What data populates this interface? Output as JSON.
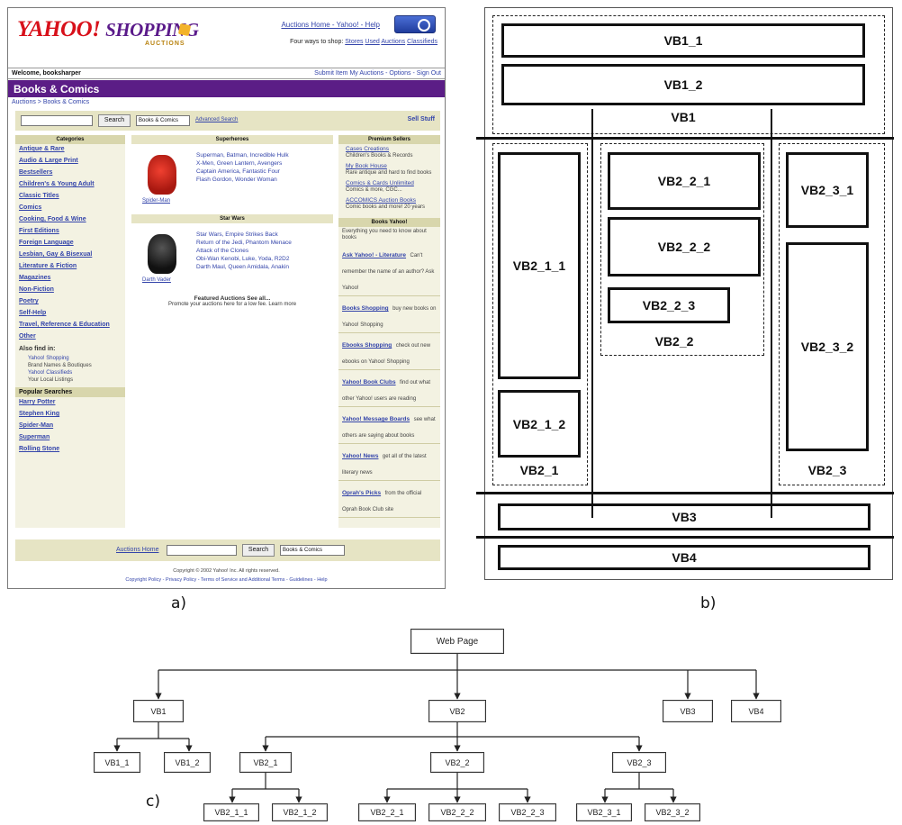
{
  "panel_a": {
    "caption": "a)",
    "logo_yahoo": "YAHOO!",
    "logo_shopping": "SHOPPING",
    "logo_sub": "AUCTIONS",
    "top_links": "Auctions Home - Yahoo! - Help",
    "ways_prefix": "Four ways to shop:",
    "ways_links": [
      "Stores",
      "Used",
      "Auctions",
      "Classifieds"
    ],
    "welcome": "Welcome, booksharper",
    "welcome_links": "Submit Item  My Auctions - Options - Sign Out",
    "category_title": "Books & Comics",
    "breadcrumb": "Auctions > Books & Comics",
    "search_button": "Search",
    "search_select": "Books & Comics",
    "advanced_search": "Advanced Search",
    "sell_stuff": "Sell Stuff",
    "categories_header": "Categories",
    "categories": [
      "Antique & Rare",
      "Audio & Large Print",
      "Bestsellers",
      "Children's & Young Adult",
      "Classic Titles",
      "Comics",
      "Cooking, Food & Wine",
      "First Editions",
      "Foreign Language",
      "Lesbian, Gay & Bisexual",
      "Literature & Fiction",
      "Magazines",
      "Non-Fiction",
      "Poetry",
      "Self-Help",
      "Travel, Reference & Education",
      "Other"
    ],
    "also_find_in": "Also find in:",
    "also_links": [
      "Yahoo! Shopping",
      "Yahoo! Classifieds"
    ],
    "also_subs": [
      "Brand Names & Boutiques",
      "Your Local Listings"
    ],
    "popular_header": "Popular Searches",
    "popular": [
      "Harry Potter",
      "Stephen King",
      "Spider-Man",
      "Superman",
      "Rolling Stone"
    ],
    "superheroes_header": "Superheroes",
    "superheroes_lines": [
      "Superman, Batman, Incredible Hulk",
      "X-Men, Green Lantern, Avengers",
      "Captain America, Fantastic Four",
      "Flash Gordon, Wonder Woman"
    ],
    "superheroes_caption": "Spider-Man",
    "starwars_header": "Star Wars",
    "starwars_lines": [
      "Star Wars, Empire Strikes Back",
      "Return of the Jedi, Phantom Menace",
      "Attack of the Clones",
      "Obi-Wan Kenobi, Luke, Yoda, R2D2",
      "Darth Maul, Queen Amidala, Anakin"
    ],
    "starwars_caption": "Darth Vader",
    "featured": "Featured Auctions  See all...",
    "featured_sub": "Promote your auctions here for a low fee. Learn more",
    "premium_header": "Premium Sellers",
    "premium_items": [
      {
        "link": "Cases Creations",
        "text": "Children's Books & Records"
      },
      {
        "link": "My Book House",
        "text": "Rare antique and hard to find books"
      },
      {
        "link": "Comics & Cards Unlimited",
        "text": "Comics & more, CGC..."
      },
      {
        "link": "ACCOMICS Auction Books",
        "text": "Comic books and more! 20 years"
      }
    ],
    "books_header": "Books Yahoo!",
    "books_intro": "Everything you need to know about books",
    "books_items": [
      {
        "title": "Ask Yahoo! - Literature",
        "text": "Can't remember the name of an author? Ask Yahoo!"
      },
      {
        "title": "Books Shopping",
        "text": "buy new books on Yahoo! Shopping"
      },
      {
        "title": "Ebooks Shopping",
        "text": "check out new ebooks on Yahoo! Shopping"
      },
      {
        "title": "Yahoo! Book Clubs",
        "text": "find out what other Yahoo! users are reading"
      },
      {
        "title": "Yahoo! Message Boards",
        "text": "see what others are saying about books"
      },
      {
        "title": "Yahoo! News",
        "text": "get all of the latest literary news"
      },
      {
        "title": "Oprah's Picks",
        "text": "from the official Oprah Book Club site"
      }
    ],
    "bottom_link": "Auctions Home",
    "bottom_button": "Search",
    "bottom_select": "Books & Comics",
    "copyright": "Copyright © 2002 Yahoo! Inc. All rights reserved.",
    "copyright_links": "Copyright Policy - Privacy Policy - Terms of Service and Additional Terms - Guidelines - Help"
  },
  "panel_b": {
    "caption": "b)",
    "blocks": {
      "vb1_1": "VB1_1",
      "vb1_2": "VB1_2",
      "vb1": "VB1",
      "vb2_1_1": "VB2_1_1",
      "vb2_1_2": "VB2_1_2",
      "vb2_1": "VB2_1",
      "vb2_2_1": "VB2_2_1",
      "vb2_2_2": "VB2_2_2",
      "vb2_2_3": "VB2_2_3",
      "vb2_2": "VB2_2",
      "vb2_3_1": "VB2_3_1",
      "vb2_3_2": "VB2_3_2",
      "vb2_3": "VB2_3",
      "vb3": "VB3",
      "vb4": "VB4"
    }
  },
  "panel_c": {
    "caption": "c)",
    "nodes": {
      "root": "Web Page",
      "vb1": "VB1",
      "vb2": "VB2",
      "vb3": "VB3",
      "vb4": "VB4",
      "vb1_1": "VB1_1",
      "vb1_2": "VB1_2",
      "vb2_1": "VB2_1",
      "vb2_2": "VB2_2",
      "vb2_3": "VB2_3",
      "vb2_1_1": "VB2_1_1",
      "vb2_1_2": "VB2_1_2",
      "vb2_2_1": "VB2_2_1",
      "vb2_2_2": "VB2_2_2",
      "vb2_2_3": "VB2_2_3",
      "vb2_3_1": "VB2_3_1",
      "vb2_3_2": "VB2_3_2"
    }
  },
  "colors": {
    "yahoo_red": "#d8101a",
    "yahoo_purple": "#5b1d86",
    "link_blue": "#3344aa",
    "panel_beige": "#e6e4c4"
  }
}
